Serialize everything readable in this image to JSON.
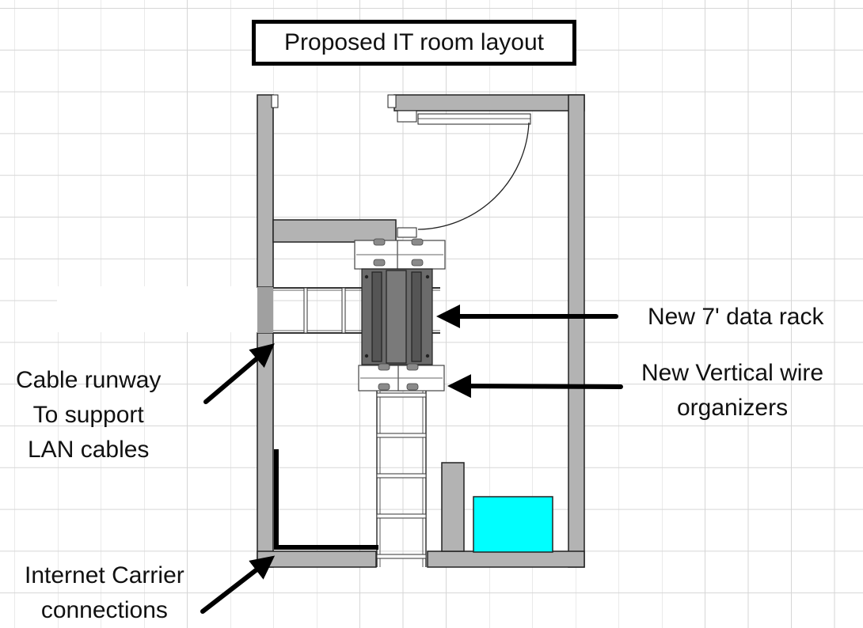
{
  "title": "Proposed IT room layout",
  "labels": {
    "data_rack": "New 7' data rack",
    "wire_organizers": [
      "New Vertical wire",
      "organizers"
    ],
    "cable_runway": [
      "Cable runway",
      "To support",
      "LAN cables"
    ],
    "carrier": [
      "Internet Carrier",
      "connections"
    ]
  },
  "colors": {
    "wall": "#b3b3b3",
    "rack": "#6b6b6b",
    "panel": "#00ffff",
    "arrow": "#000000"
  }
}
